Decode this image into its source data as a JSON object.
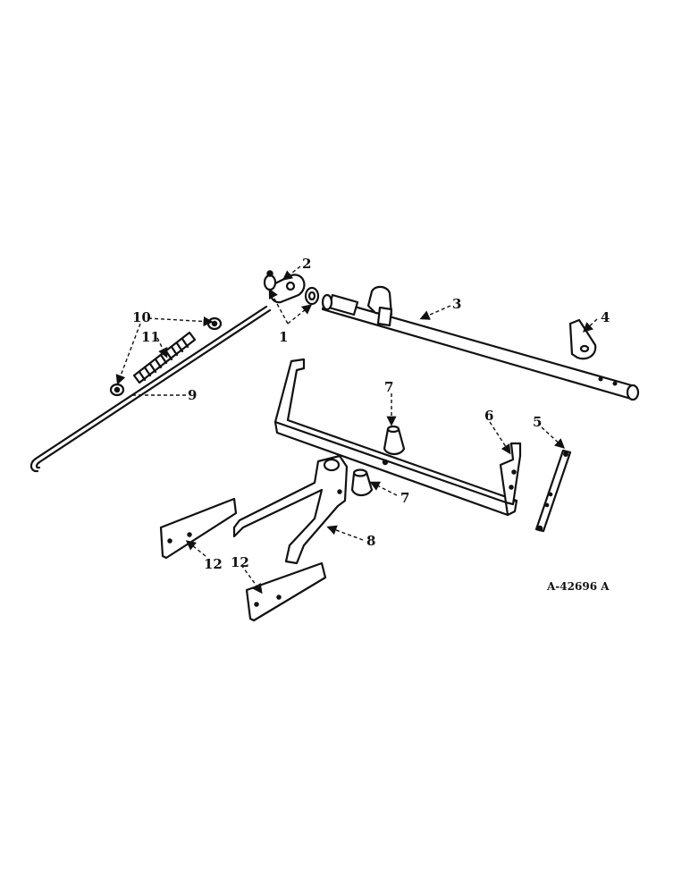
{
  "reference_code": "A-42696 A",
  "callouts": {
    "c1": "1",
    "c2": "2",
    "c3": "3",
    "c4": "4",
    "c5": "5",
    "c6": "6",
    "c7a": "7",
    "c7b": "7",
    "c8": "8",
    "c9": "9",
    "c10": "10",
    "c11": "11",
    "c12a": "12",
    "c12b": "12"
  }
}
